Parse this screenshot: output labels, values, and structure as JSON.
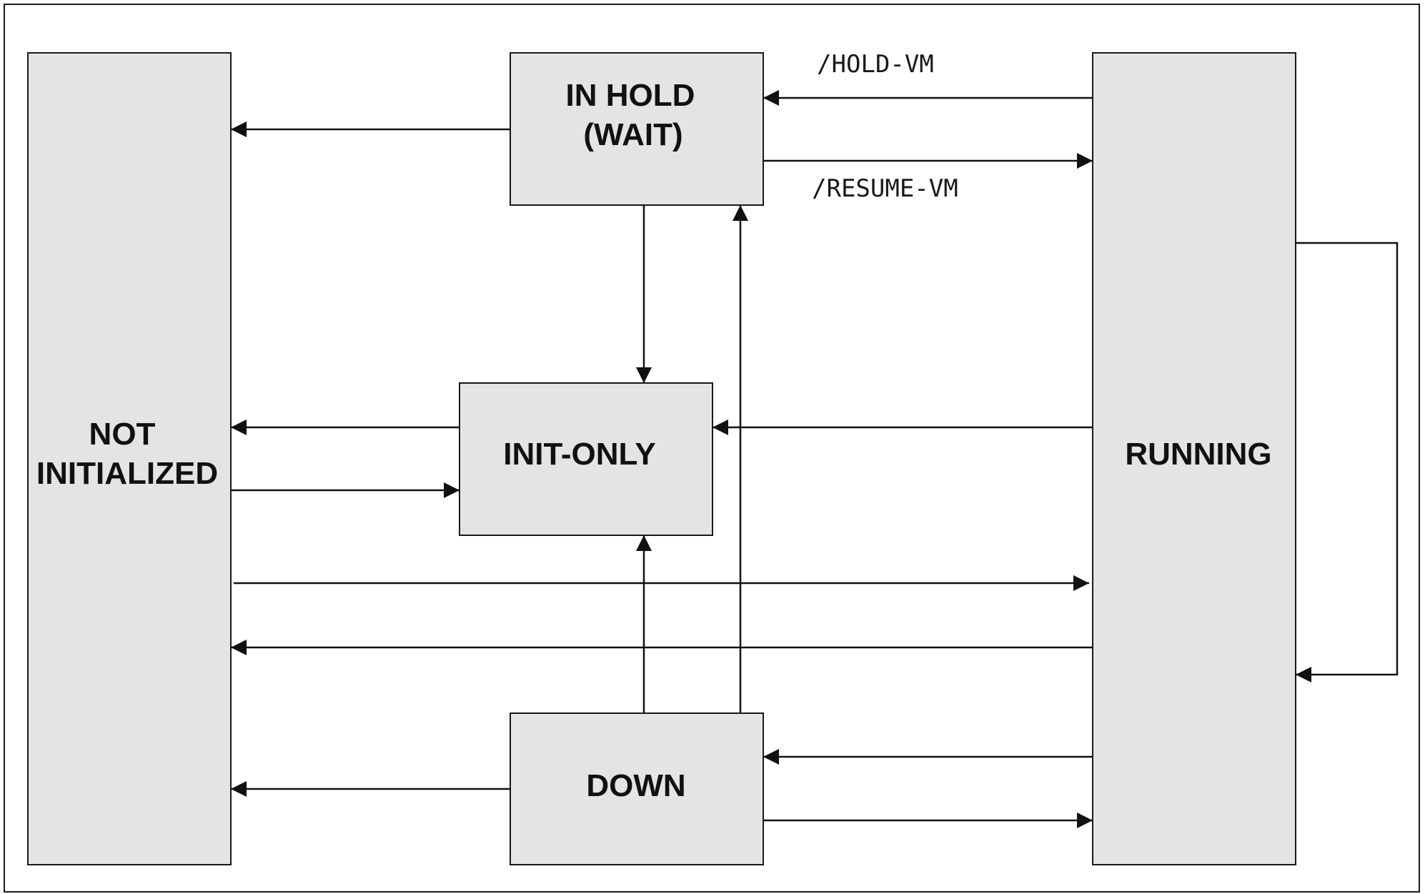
{
  "colors": {
    "background": "#ffffff",
    "box_fill": "#e4e4e4",
    "line": "#111111",
    "text": "#111111"
  },
  "states": {
    "not_initialized": {
      "line1": "NOT",
      "line2": "INITIALIZED"
    },
    "in_hold": {
      "line1": "IN HOLD",
      "line2": "(WAIT)"
    },
    "init_only": {
      "label": "INIT-ONLY"
    },
    "running": {
      "label": "RUNNING"
    },
    "down": {
      "label": "DOWN"
    }
  },
  "commands": {
    "hold_vm": "/HOLD-VM",
    "resume_vm": "/RESUME-VM"
  },
  "transitions": [
    {
      "from": "running",
      "to": "in_hold",
      "label": "/HOLD-VM"
    },
    {
      "from": "in_hold",
      "to": "running",
      "label": "/RESUME-VM"
    },
    {
      "from": "in_hold",
      "to": "not_initialized"
    },
    {
      "from": "in_hold",
      "to": "init_only"
    },
    {
      "from": "init_only",
      "to": "not_initialized"
    },
    {
      "from": "not_initialized",
      "to": "init_only"
    },
    {
      "from": "running",
      "to": "init_only"
    },
    {
      "from": "not_initialized",
      "to": "running"
    },
    {
      "from": "running",
      "to": "not_initialized"
    },
    {
      "from": "running",
      "to": "running"
    },
    {
      "from": "down",
      "to": "init_only"
    },
    {
      "from": "down",
      "to": "in_hold"
    },
    {
      "from": "running",
      "to": "down"
    },
    {
      "from": "down",
      "to": "running"
    },
    {
      "from": "down",
      "to": "not_initialized"
    }
  ]
}
